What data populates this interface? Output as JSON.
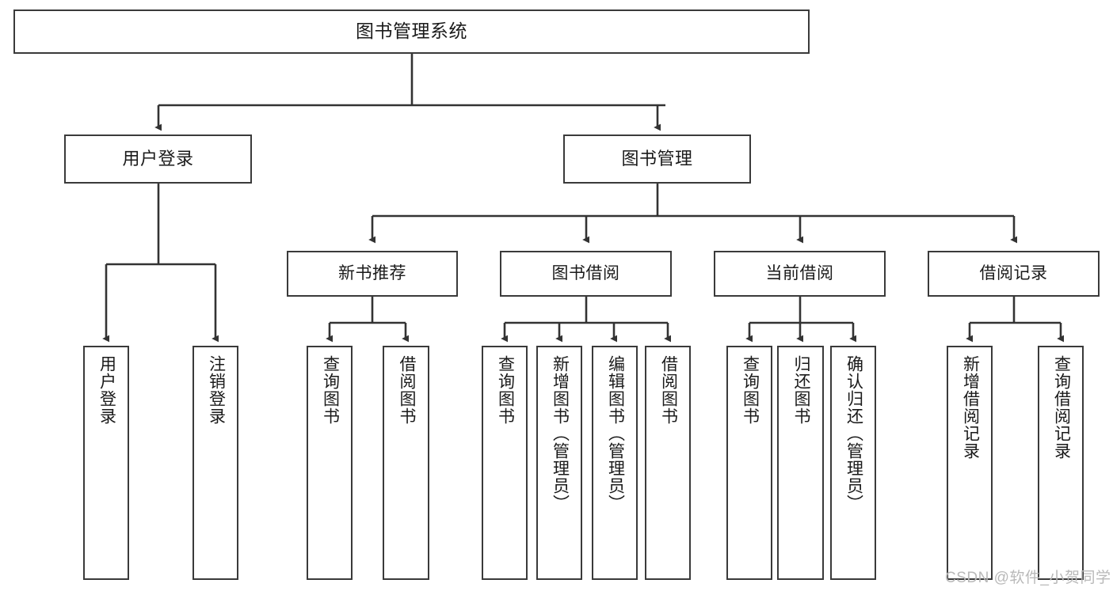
{
  "diagram": {
    "type": "tree",
    "title": "图书管理系统",
    "watermark": "CSDN @软件_小贺同学",
    "colors": {
      "box_border": "#3a3a3a",
      "box_fill": "#ffffff",
      "connector": "#333333",
      "text": "#1a1a1a",
      "watermark": "#b9b9b9",
      "background": "#ffffff"
    },
    "nodes": {
      "root": {
        "label": "图书管理系统"
      },
      "level1": [
        {
          "id": "user-login",
          "label": "用户登录"
        },
        {
          "id": "book-manage",
          "label": "图书管理"
        }
      ],
      "level2": [
        {
          "id": "new-book-recommend",
          "label": "新书推荐"
        },
        {
          "id": "book-borrow",
          "label": "图书借阅"
        },
        {
          "id": "current-borrow",
          "label": "当前借阅"
        },
        {
          "id": "borrow-record",
          "label": "借阅记录"
        }
      ],
      "leaves": {
        "user-login": [
          {
            "id": "leaf-user-login",
            "label": "用户登录"
          },
          {
            "id": "leaf-logout",
            "label": "注销登录"
          }
        ],
        "new-book-recommend": [
          {
            "id": "leaf-query-book-1",
            "label": "查询图书"
          },
          {
            "id": "leaf-borrow-book-1",
            "label": "借阅图书"
          }
        ],
        "book-borrow": [
          {
            "id": "leaf-query-book-2",
            "label": "查询图书"
          },
          {
            "id": "leaf-add-book",
            "label": "新增图书（管理员）"
          },
          {
            "id": "leaf-edit-book",
            "label": "编辑图书（管理员）"
          },
          {
            "id": "leaf-borrow-book-2",
            "label": "借阅图书"
          }
        ],
        "current-borrow": [
          {
            "id": "leaf-query-book-3",
            "label": "查询图书"
          },
          {
            "id": "leaf-return-book",
            "label": "归还图书"
          },
          {
            "id": "leaf-confirm-return",
            "label": "确认归还（管理员）"
          }
        ],
        "borrow-record": [
          {
            "id": "leaf-add-record",
            "label": "新增借阅记录"
          },
          {
            "id": "leaf-query-record",
            "label": "查询借阅记录"
          }
        ]
      }
    }
  }
}
